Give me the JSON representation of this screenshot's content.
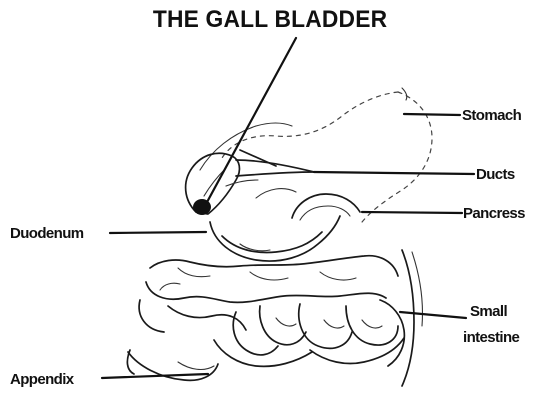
{
  "title": "THE GALL BLADDER",
  "labels": {
    "stomach": "Stomach",
    "ducts": "Ducts",
    "pancreas": "Pancress",
    "duodenum": "Duodenum",
    "small_intestine_line1": "Small",
    "small_intestine_line2": "intestine",
    "appendix": "Appendix"
  }
}
